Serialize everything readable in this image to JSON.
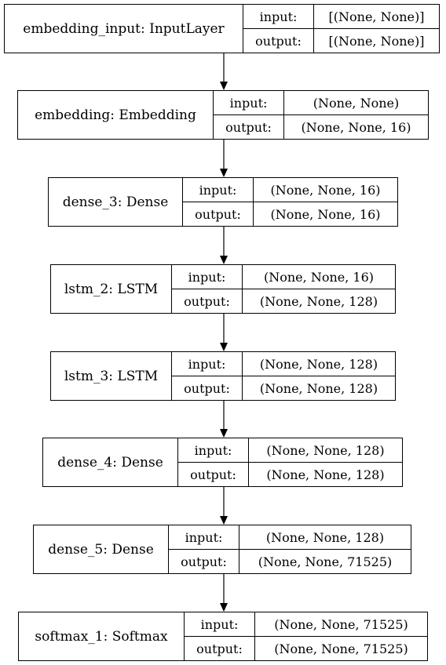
{
  "labels": {
    "input": "input:",
    "output": "output:"
  },
  "nodes": [
    {
      "name": "embedding_input: InputLayer",
      "input": "[(None, None)]",
      "output": "[(None, None)]"
    },
    {
      "name": "embedding: Embedding",
      "input": "(None, None)",
      "output": "(None, None, 16)"
    },
    {
      "name": "dense_3: Dense",
      "input": "(None, None, 16)",
      "output": "(None, None, 16)"
    },
    {
      "name": "lstm_2: LSTM",
      "input": "(None, None, 16)",
      "output": "(None, None, 128)"
    },
    {
      "name": "lstm_3: LSTM",
      "input": "(None, None, 128)",
      "output": "(None, None, 128)"
    },
    {
      "name": "dense_4: Dense",
      "input": "(None, None, 128)",
      "output": "(None, None, 128)"
    },
    {
      "name": "dense_5: Dense",
      "input": "(None, None, 128)",
      "output": "(None, None, 71525)"
    },
    {
      "name": "softmax_1: Softmax",
      "input": "(None, None, 71525)",
      "output": "(None, None, 71525)"
    }
  ]
}
